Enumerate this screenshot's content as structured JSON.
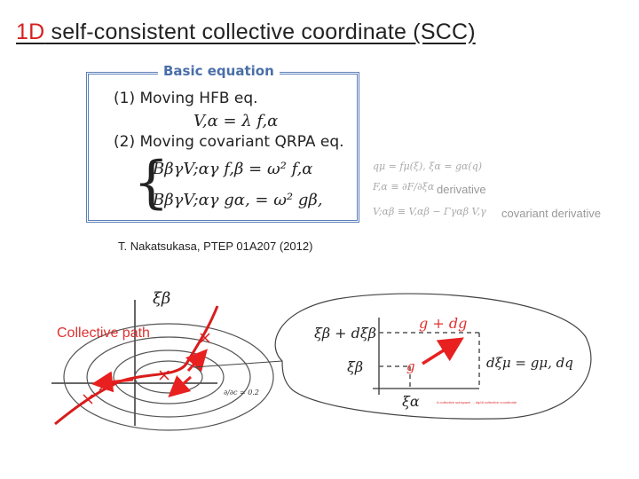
{
  "title_prefix": "1D",
  "title_rest": "self-consistent collective coordinate (SCC)",
  "box_label": "Basic equation",
  "eq1_label": "(1) Moving HFB eq.",
  "eq1_math": "V,α = λ f,α",
  "eq2_label": "(2) Moving covariant QRPA  eq.",
  "eq2a": "BβγV;αγ f,β = ω² f,α",
  "eq2b": "BβγV;αγ gα, = ω² gβ,",
  "reference": "T. Nakatsukasa, PTEP 01A207 (2012)",
  "side_eq1": "qμ = fμ(ξ), ξα = gα(q)",
  "side_eq2": "F,α ≡ ∂F/∂ξα",
  "side_eq3": "V;αβ ≡ V,αβ − Γγαβ V,γ",
  "side_lbl2": "derivative",
  "side_lbl3": "covariant derivative",
  "collective_label": "Collective path",
  "axis_xi_beta": "ξβ",
  "small_fraction": "∂/∂c = 0.2",
  "zoom_xi_beta_dxi": "ξβ + dξβ",
  "zoom_xi_beta": "ξβ",
  "zoom_xi_alpha": "ξα",
  "zoom_g_dg": "g + dg",
  "zoom_g": "g",
  "zoom_eq": "dξμ = gμ, dq",
  "zoom_tiny": "A collective subspace ... dq/dt collective coordinate"
}
